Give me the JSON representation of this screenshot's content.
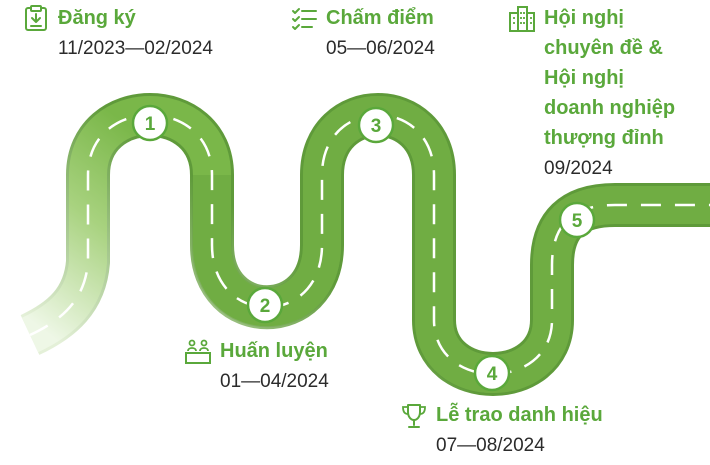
{
  "colors": {
    "accent": "#5aa83b",
    "road": "#7ab749",
    "road_fade": "#d8ecc6",
    "dash": "#ffffff",
    "date_text": "#2b2b2b"
  },
  "milestones": [
    {
      "number": "1",
      "title": "Đăng ký",
      "date": "11/2023—02/2024",
      "icon": "clipboard-download-icon"
    },
    {
      "number": "2",
      "title": "Huấn luyện",
      "date": "01—04/2024",
      "icon": "people-training-icon"
    },
    {
      "number": "3",
      "title": "Chấm điểm",
      "date": "05—06/2024",
      "icon": "checklist-icon"
    },
    {
      "number": "4",
      "title": "Lễ trao danh hiệu",
      "date": "07—08/2024",
      "icon": "trophy-icon"
    },
    {
      "number": "5",
      "title": "Hội nghị\nchuyên đề &\nHội nghị\ndoanh nghiệp\nthượng đỉnh",
      "date": "09/2024",
      "icon": "building-icon"
    }
  ]
}
